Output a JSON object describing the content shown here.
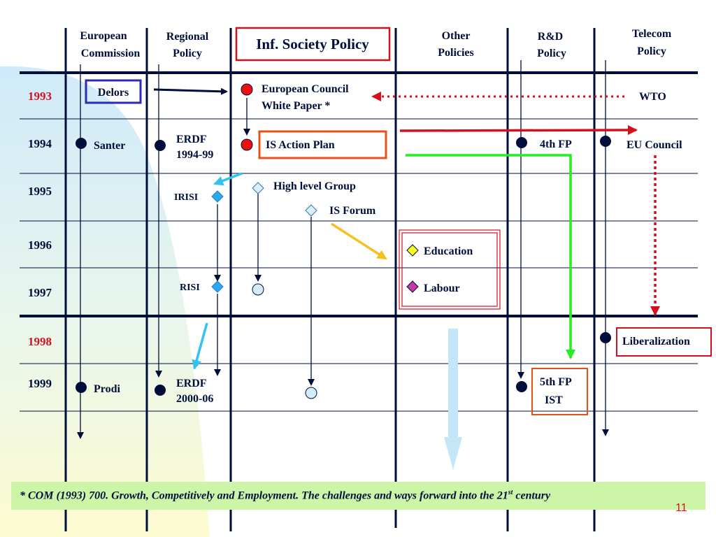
{
  "columns": {
    "european_commission": [
      "European",
      "Commission"
    ],
    "regional_policy": [
      "Regional",
      "Policy"
    ],
    "inf_society_policy": "Inf. Society Policy",
    "other_policies": [
      "Other",
      "Policies"
    ],
    "rd_policy": [
      "R&D",
      "Policy"
    ],
    "telecom_policy": [
      "Telecom",
      "Policy"
    ]
  },
  "years": [
    "1993",
    "1994",
    "1995",
    "1996",
    "1997",
    "1998",
    "1999"
  ],
  "commission": {
    "delors": "Delors",
    "santer": "Santer",
    "prodi": "Prodi"
  },
  "regional": {
    "erdf_1": [
      "ERDF",
      "1994-99"
    ],
    "irisi": "IRISI",
    "risi": "RISI",
    "erdf_2": [
      "ERDF",
      "2000-06"
    ]
  },
  "infsoc": {
    "council_white_paper": [
      "European Council",
      "White Paper *"
    ],
    "is_action_plan": "IS Action Plan",
    "high_level_group": "High level Group",
    "is_forum": "IS Forum"
  },
  "other": {
    "education": "Education",
    "labour": "Labour"
  },
  "rd": {
    "fp4": "4th FP",
    "fp5": [
      "5th FP",
      "IST"
    ]
  },
  "telecom": {
    "wto": "WTO",
    "eu_council": "EU Council",
    "liberalization": "Liberalization"
  },
  "footnote": {
    "text": "* COM (1993) 700. Growth, Competitively and Employment. The challenges and ways forward into the 21",
    "sup": "st",
    "tail": " century"
  },
  "page_number": "11",
  "colors": {
    "navy": "#000e3a",
    "highlight_red": "#d4101e",
    "delors_box": "#2b2bb8",
    "green_arrow": "#22ee22",
    "cyan_arrow": "#33c3f0",
    "yellow_arrow": "#f5c020",
    "footnote_bg": "#ccf5a8"
  }
}
